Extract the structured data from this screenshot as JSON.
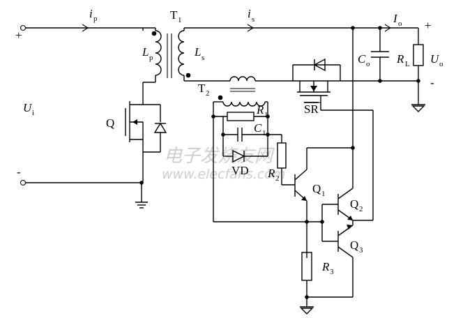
{
  "labels": {
    "ip": {
      "main": "i",
      "sub": "p"
    },
    "T1": {
      "main": "T",
      "sub": "1"
    },
    "is": {
      "main": "i",
      "sub": "s"
    },
    "Io": {
      "main": "I",
      "sub": "o"
    },
    "plus_out": "+",
    "plus_in": "+",
    "minus_in": "-",
    "minus_out": "-",
    "Lp": {
      "main": "L",
      "sub": "p"
    },
    "Ls": {
      "main": "L",
      "sub": "s"
    },
    "Co": {
      "main": "C",
      "sub": "o"
    },
    "RL": {
      "main": "R",
      "sub": "L"
    },
    "Uo": {
      "main": "U",
      "sub": "o"
    },
    "Ui": {
      "main": "U",
      "sub": "i"
    },
    "T2": {
      "main": "T",
      "sub": "2"
    },
    "R1": {
      "main": "R",
      "sub": "1"
    },
    "C1": {
      "main": "C",
      "sub": "1"
    },
    "SR": "SR",
    "Q": "Q",
    "VD": "VD",
    "R2": {
      "main": "R",
      "sub": "2"
    },
    "Q1": {
      "main": "Q",
      "sub": "1"
    },
    "Q2": {
      "main": "Q",
      "sub": "2"
    },
    "Q3": {
      "main": "Q",
      "sub": "3"
    },
    "R3": {
      "main": "R",
      "sub": "3"
    }
  },
  "watermark": {
    "cn": "电子发烧友网",
    "url": "www.elecfans.com"
  }
}
